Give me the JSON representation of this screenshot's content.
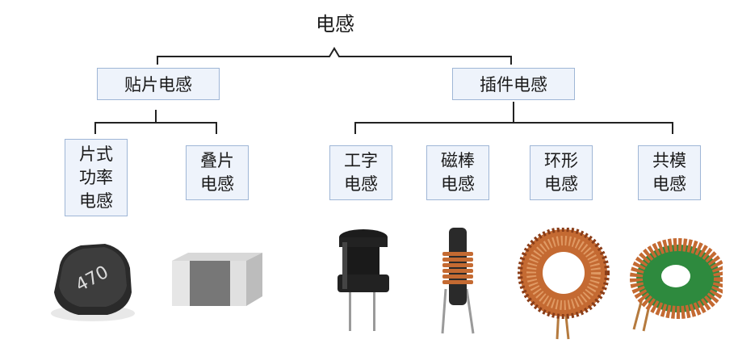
{
  "root": {
    "label": "电感"
  },
  "categories": [
    {
      "label": "贴片电感",
      "children": [
        {
          "lines": [
            "片式",
            "功率",
            "电感"
          ],
          "photo": "smd-power-inductor"
        },
        {
          "lines": [
            "叠片",
            "电感"
          ],
          "photo": "multilayer-chip-inductor"
        }
      ]
    },
    {
      "label": "插件电感",
      "children": [
        {
          "lines": [
            "工字",
            "电感"
          ],
          "photo": "drum-core-inductor"
        },
        {
          "lines": [
            "磁棒",
            "电感"
          ],
          "photo": "rod-core-inductor"
        },
        {
          "lines": [
            "环形",
            "电感"
          ],
          "photo": "toroidal-inductor"
        },
        {
          "lines": [
            "共模",
            "电感"
          ],
          "photo": "common-mode-choke"
        }
      ]
    }
  ],
  "colors": {
    "box_fill": "#eef3fb",
    "box_border": "#9fb6d6",
    "line": "#222222",
    "copper": "#c46a32"
  },
  "smd_marking": "470"
}
